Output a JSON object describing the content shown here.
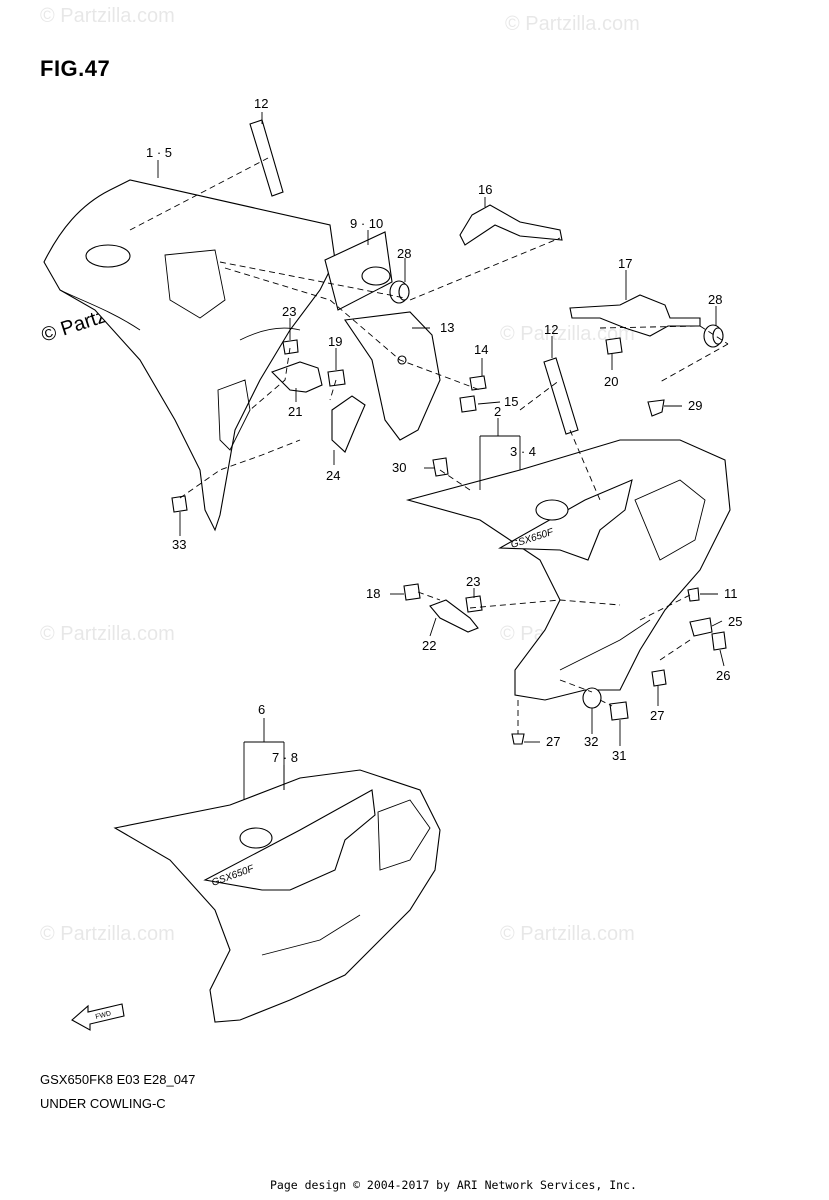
{
  "figure": {
    "title": "FIG.47",
    "model_code": "GSX650FK8 E03 E28_047",
    "subtitle": "UNDER COWLING-C",
    "credit": "Page design © 2004-2017 by ARI Network Services, Inc.",
    "fwd_label": "FWD",
    "logo_text": "GSX650F"
  },
  "watermarks": {
    "text": "© Partzilla.com",
    "prominent_text": "© Partzilla.com"
  },
  "callouts": {
    "c1_5": "1 · 5",
    "c12a": "12",
    "c16": "16",
    "c9_10": "9 · 10",
    "c28a": "28",
    "c17": "17",
    "c28b": "28",
    "c23a": "23",
    "c19": "19",
    "c13": "13",
    "c14": "14",
    "c12b": "12",
    "c20": "20",
    "c21": "21",
    "c15": "15",
    "c29": "29",
    "c2": "2",
    "c3_4": "3 · 4",
    "c24": "24",
    "c30": "30",
    "c33": "33",
    "c18": "18",
    "c23b": "23",
    "c11": "11",
    "c22": "22",
    "c25": "25",
    "c26": "26",
    "c27a": "27",
    "c32": "32",
    "c31": "31",
    "c27b": "27",
    "c6": "6",
    "c7_8": "7 · 8"
  }
}
